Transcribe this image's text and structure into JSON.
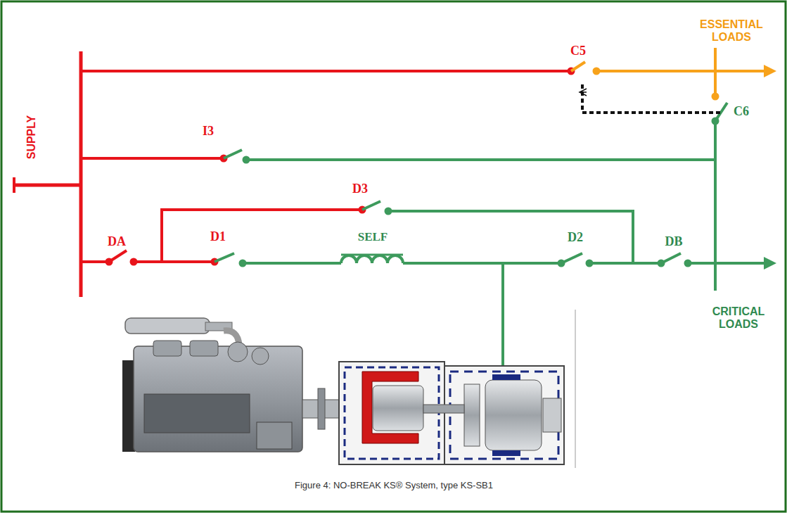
{
  "diagram": {
    "caption": "Figure 4: NO-BREAK KS® System, type KS-SB1",
    "labels": [
      "SUPPLY",
      "C5",
      "ESSENTIAL LOADS",
      "C6",
      "I3",
      "D3",
      "DA",
      "D1",
      "SELF",
      "D2",
      "DB",
      "CRITICAL LOADS"
    ]
  }
}
